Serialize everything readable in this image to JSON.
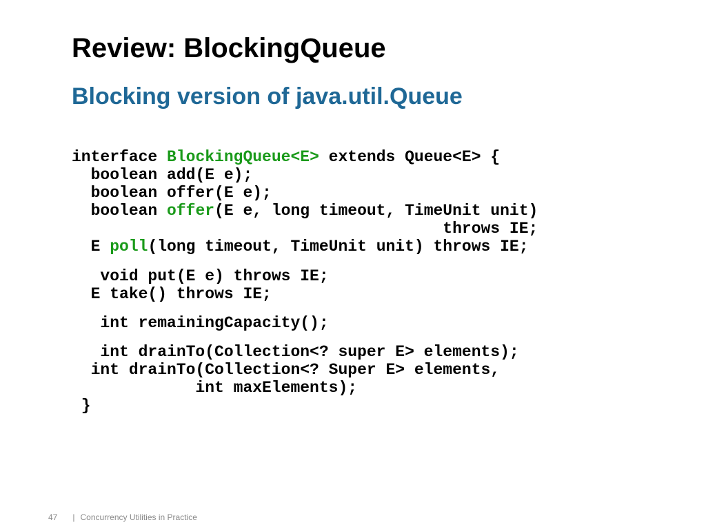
{
  "slide": {
    "title": "Review: BlockingQueue",
    "subtitle": "Blocking version of java.util.Queue"
  },
  "code": {
    "interface_kw": "interface ",
    "interface_name": "BlockingQueue<E>",
    "interface_rest": " extends Queue<E> {",
    "add": "  boolean add(E e);",
    "offer": "  boolean offer(E e);",
    "offer_timed_pre": "  boolean ",
    "offer_timed_name": "offer",
    "offer_timed_post": "(E e, long timeout, TimeUnit unit)",
    "offer_timed_throws": "                                       throws IE;",
    "poll_pre": "  E ",
    "poll_name": "poll",
    "poll_post": "(long timeout, TimeUnit unit) throws IE;",
    "put": "   void put(E e) throws IE;",
    "take": "  E take() throws IE;",
    "remaining": "   int remainingCapacity();",
    "drain1": "   int drainTo(Collection<? super E> elements);",
    "drain2": "  int drainTo(Collection<? Super E> elements,",
    "drain2_cont": "             int maxElements);",
    "close": " }"
  },
  "footer": {
    "page_number": "47",
    "separator": "|",
    "text": "Concurrency Utilities in Practice"
  },
  "colors": {
    "title": "#000000",
    "subtitle": "#1f6896",
    "highlight": "#1a9a1a",
    "footer": "#8a8a8a"
  }
}
